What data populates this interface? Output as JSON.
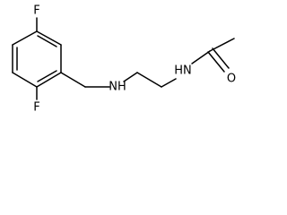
{
  "structure": {
    "atoms": {
      "fluorine_top": "F",
      "fluorine_bottom": "F",
      "amine_nitrogen": "NH",
      "amide_nitrogen": "HN",
      "carbonyl_oxygen": "O"
    },
    "bonds": {
      "ring": 6,
      "aromatic_double": 3,
      "chain": 7,
      "carbonyl_double": 1
    }
  }
}
